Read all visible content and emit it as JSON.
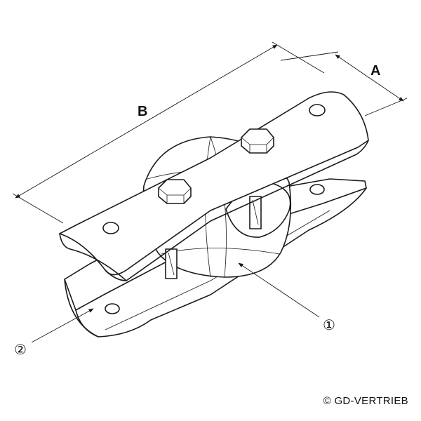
{
  "labels": {
    "dim_a": "A",
    "dim_b": "B",
    "callout_1": "①",
    "callout_2": "②"
  },
  "copyright": {
    "symbol": "©",
    "text": "GD-VERTRIEB"
  },
  "colors": {
    "line": "#1a1a1a",
    "background": "#ffffff"
  }
}
